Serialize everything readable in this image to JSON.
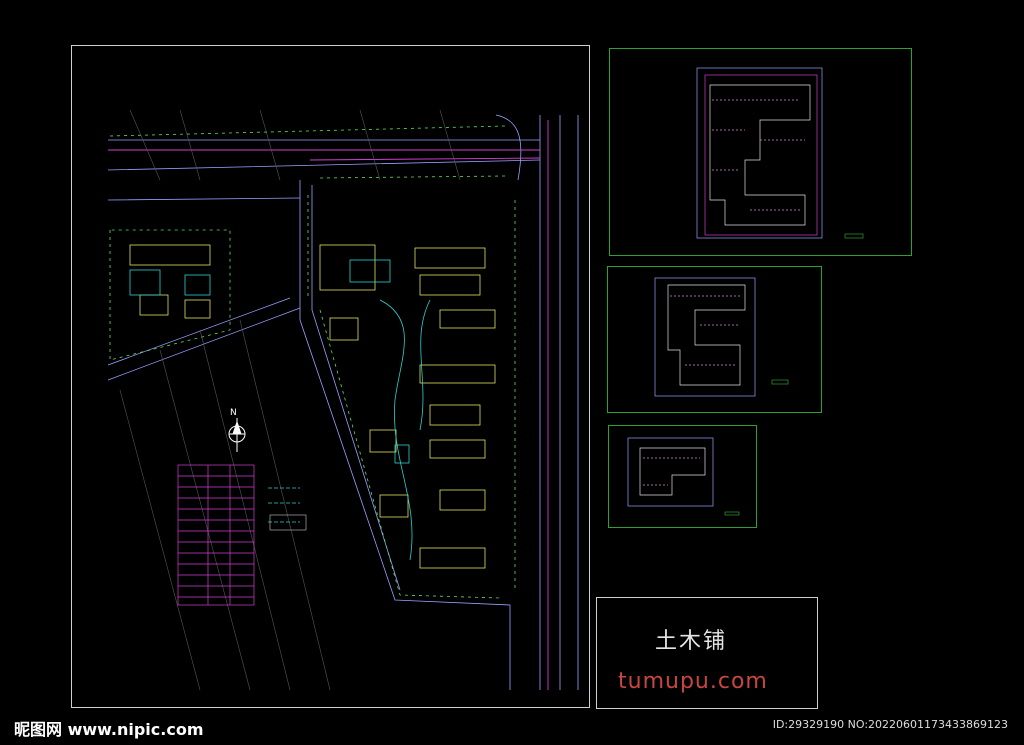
{
  "stamp": {
    "title": "土木铺",
    "url": "tumupu.com"
  },
  "watermark": {
    "left": "昵图网 www.nipic.com",
    "right": "ID:29329190 NO:20220601173433869123"
  },
  "compass": {
    "label": "N"
  },
  "colors": {
    "background": "#000000",
    "frame": "#cfcfcf",
    "green_frame": "#2ea02e",
    "tree": "#5ce05c",
    "road": "#9aa0ff",
    "magenta": "#d040d0",
    "stamp_url": "#c8463f"
  }
}
